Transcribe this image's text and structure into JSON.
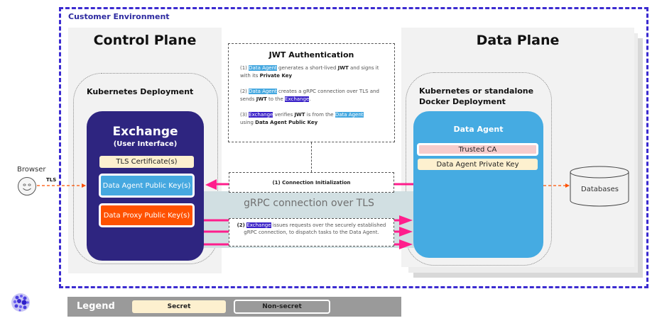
{
  "customer_environment": {
    "label": "Customer Environment"
  },
  "control_plane": {
    "title": "Control Plane",
    "deployment_label": "Kubernetes Deployment",
    "exchange": {
      "title": "Exchange",
      "subtitle": "(User Interface)",
      "keys": [
        {
          "label": "TLS Certificate(s)",
          "type": "secret"
        },
        {
          "label": "Data Agent Public Key(s)",
          "type": "non-secret",
          "color": "#45a8e0"
        },
        {
          "label": "Data Proxy Public Key(s)",
          "type": "non-secret",
          "color": "#ff5100"
        }
      ]
    }
  },
  "data_plane": {
    "title": "Data Plane",
    "deployment_label": "Kubernetes or standalone Docker Deployment",
    "data_agent": {
      "title": "Data Agent",
      "keys": [
        {
          "label": "Trusted CA",
          "type": "non-secret"
        },
        {
          "label": "Data Agent Private Key",
          "type": "secret"
        }
      ]
    },
    "databases_label": "Databases"
  },
  "browser": {
    "label": "Browser",
    "connection_label": "TLS"
  },
  "jwt_auth": {
    "title": "JWT Authentication",
    "steps": [
      {
        "prefix": "(1) ",
        "actor": "Data Agent",
        "text1": " generates a short-lived ",
        "b1": "JWT",
        "text2": " and signs it with its ",
        "b2": "Private Key"
      },
      {
        "prefix": "(2) ",
        "actor": "Data Agent",
        "text1": " creates a gRPC connection over TLS and sends ",
        "b1": "JWT",
        "text2": " to the ",
        "target": "Exchange",
        "suffix": "."
      },
      {
        "prefix": "(3) ",
        "actor": "Exchange",
        "text1": " verifies ",
        "b1": "JWT",
        "text2": " is from the ",
        "target": "Data Agent",
        "text3": " using ",
        "b2": "Data Agent Public Key"
      }
    ]
  },
  "grpc": {
    "label": "gRPC connection over TLS",
    "connection_init": "(1) Connection Initialization",
    "requests": {
      "prefix": "(2) ",
      "actor": "Exchange",
      "text": " issues requests over the securely established gRPC connection, to dispatch tasks to the Data Agent."
    }
  },
  "legend": {
    "title": "Legend",
    "secret_label": "Secret",
    "nonsecret_label": "Non-secret"
  },
  "colors": {
    "environment_border": "#3b2bd0",
    "exchange": "#2e2580",
    "data_agent": "#45abe2",
    "arrow": "#ff1e8c",
    "tls_arrow": "#ff5100",
    "secret": "#fdf0cf",
    "grpc_band": "#d1dfe2"
  }
}
